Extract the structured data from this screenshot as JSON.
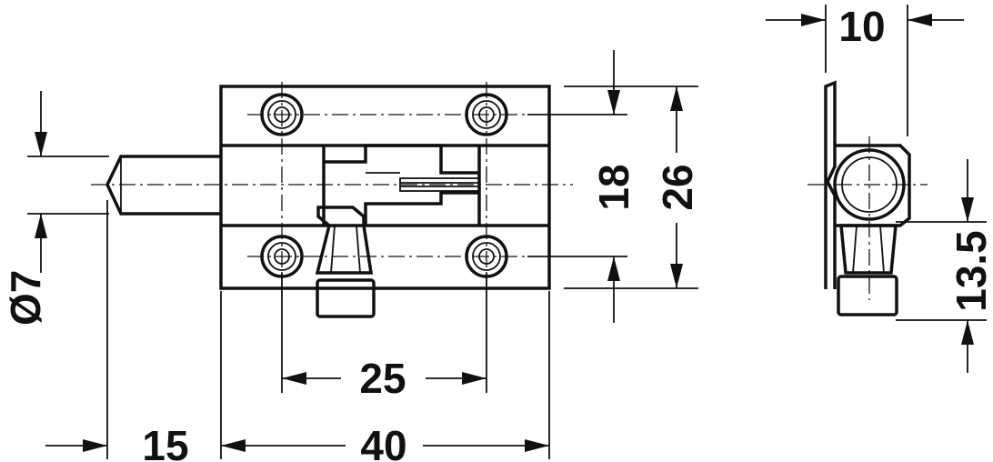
{
  "diagram": {
    "dimensions": {
      "pin_diameter": "Ø7",
      "pin_projection": "15",
      "base_length": "40",
      "hole_spacing": "25",
      "hole_distance_vertical": "18",
      "base_height": "26",
      "side_width": "10",
      "side_height": "13.5"
    }
  }
}
